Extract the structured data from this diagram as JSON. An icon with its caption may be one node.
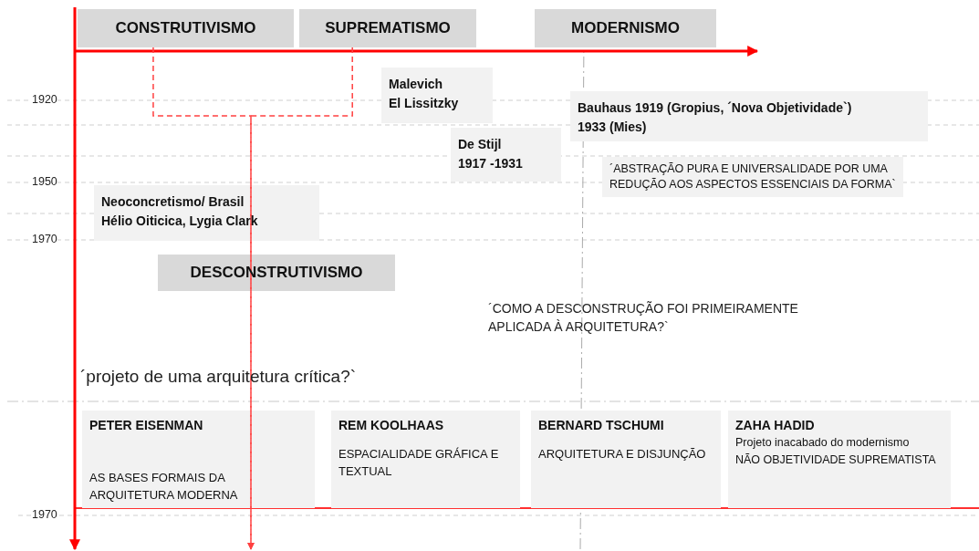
{
  "diagram": {
    "nodes": [
      {
        "text": [
          "CONSTRUTIVISMO"
        ]
      },
      {
        "text": [
          "SUPREMATISMO"
        ]
      },
      {
        "text": [
          "MODERNISMO"
        ]
      },
      {
        "text": [
          "Malevich",
          "El Lissitzky"
        ]
      },
      {
        "text": [
          "Bauhaus 1919 (Gropius, ´Nova Objetividade`)",
          "1933 (Mies)"
        ]
      },
      {
        "text": [
          "De Stijl",
          "1917 -1931"
        ]
      },
      {
        "text": [
          "´ABSTRAÇÃO PURA E UNIVERSALIDADE POR UMA REDUÇÃO AOS ASPECTOS ESSENCIAIS DA FORMA`"
        ]
      },
      {
        "text": [
          "Neoconcretismo/ Brasil",
          "Hélio Oiticica, Lygia Clark"
        ]
      },
      {
        "text": [
          "DESCONSTRUTIVISMO"
        ]
      },
      {
        "text": [
          "PETER EISENMAN",
          "AS BASES FORMAIS DA ARQUITETURA MODERNA"
        ]
      },
      {
        "text": [
          "REM KOOLHAAS",
          "ESPACIALIDADE GRÁFICA E TEXTUAL"
        ]
      },
      {
        "text": [
          "BERNARD TSCHUMI",
          "ARQUITETURA E DISJUNÇÃO"
        ]
      },
      {
        "text": [
          "ZAHA HADID",
          "Projeto inacabado do modernismo",
          "NÃO OBJETIVIDADE SUPREMATISTA"
        ]
      }
    ],
    "edges": [
      {
        "from": 0,
        "to": null,
        "arrow": "to",
        "style": "dashed"
      },
      {
        "from": 1,
        "to": null,
        "arrow": "to",
        "style": "dashed"
      }
    ],
    "labels": [
      "1920",
      "1950",
      "1970",
      "´COMO A DESCONSTRUÇÃO FOI PRIMEIRAMENTE APLICADA À ARQUITETURA?`",
      "´projeto de uma arquitetura crítica?`",
      "1970"
    ]
  }
}
